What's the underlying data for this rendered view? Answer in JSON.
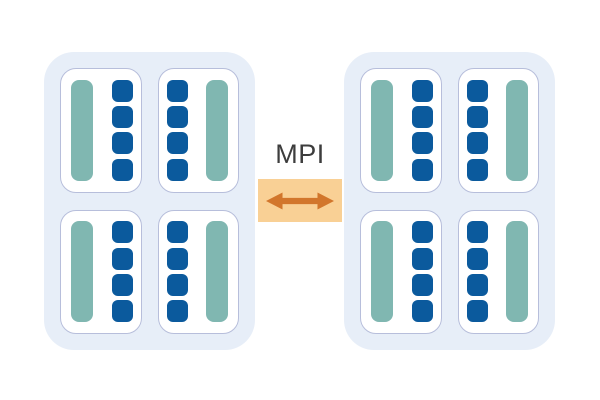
{
  "link": {
    "label": "MPI",
    "icon": "double-headed-arrow-icon"
  },
  "colors": {
    "node_bg": "#e7eef8",
    "socket_bg": "#ffffff",
    "socket_border": "#b7bedb",
    "memory_bar": "#80b7b1",
    "core": "#0b5a9d",
    "link_bg": "#f9d095",
    "link_arrow": "#d2762c",
    "label_text": "#3d3d3d"
  },
  "nodes": [
    {
      "id": "node-left",
      "sockets": [
        {
          "orientation": "bar-left",
          "cores": 4
        },
        {
          "orientation": "bar-right",
          "cores": 4
        },
        {
          "orientation": "bar-left",
          "cores": 4
        },
        {
          "orientation": "bar-right",
          "cores": 4
        }
      ]
    },
    {
      "id": "node-right",
      "sockets": [
        {
          "orientation": "bar-left",
          "cores": 4
        },
        {
          "orientation": "bar-right",
          "cores": 4
        },
        {
          "orientation": "bar-left",
          "cores": 4
        },
        {
          "orientation": "bar-right",
          "cores": 4
        }
      ]
    }
  ]
}
